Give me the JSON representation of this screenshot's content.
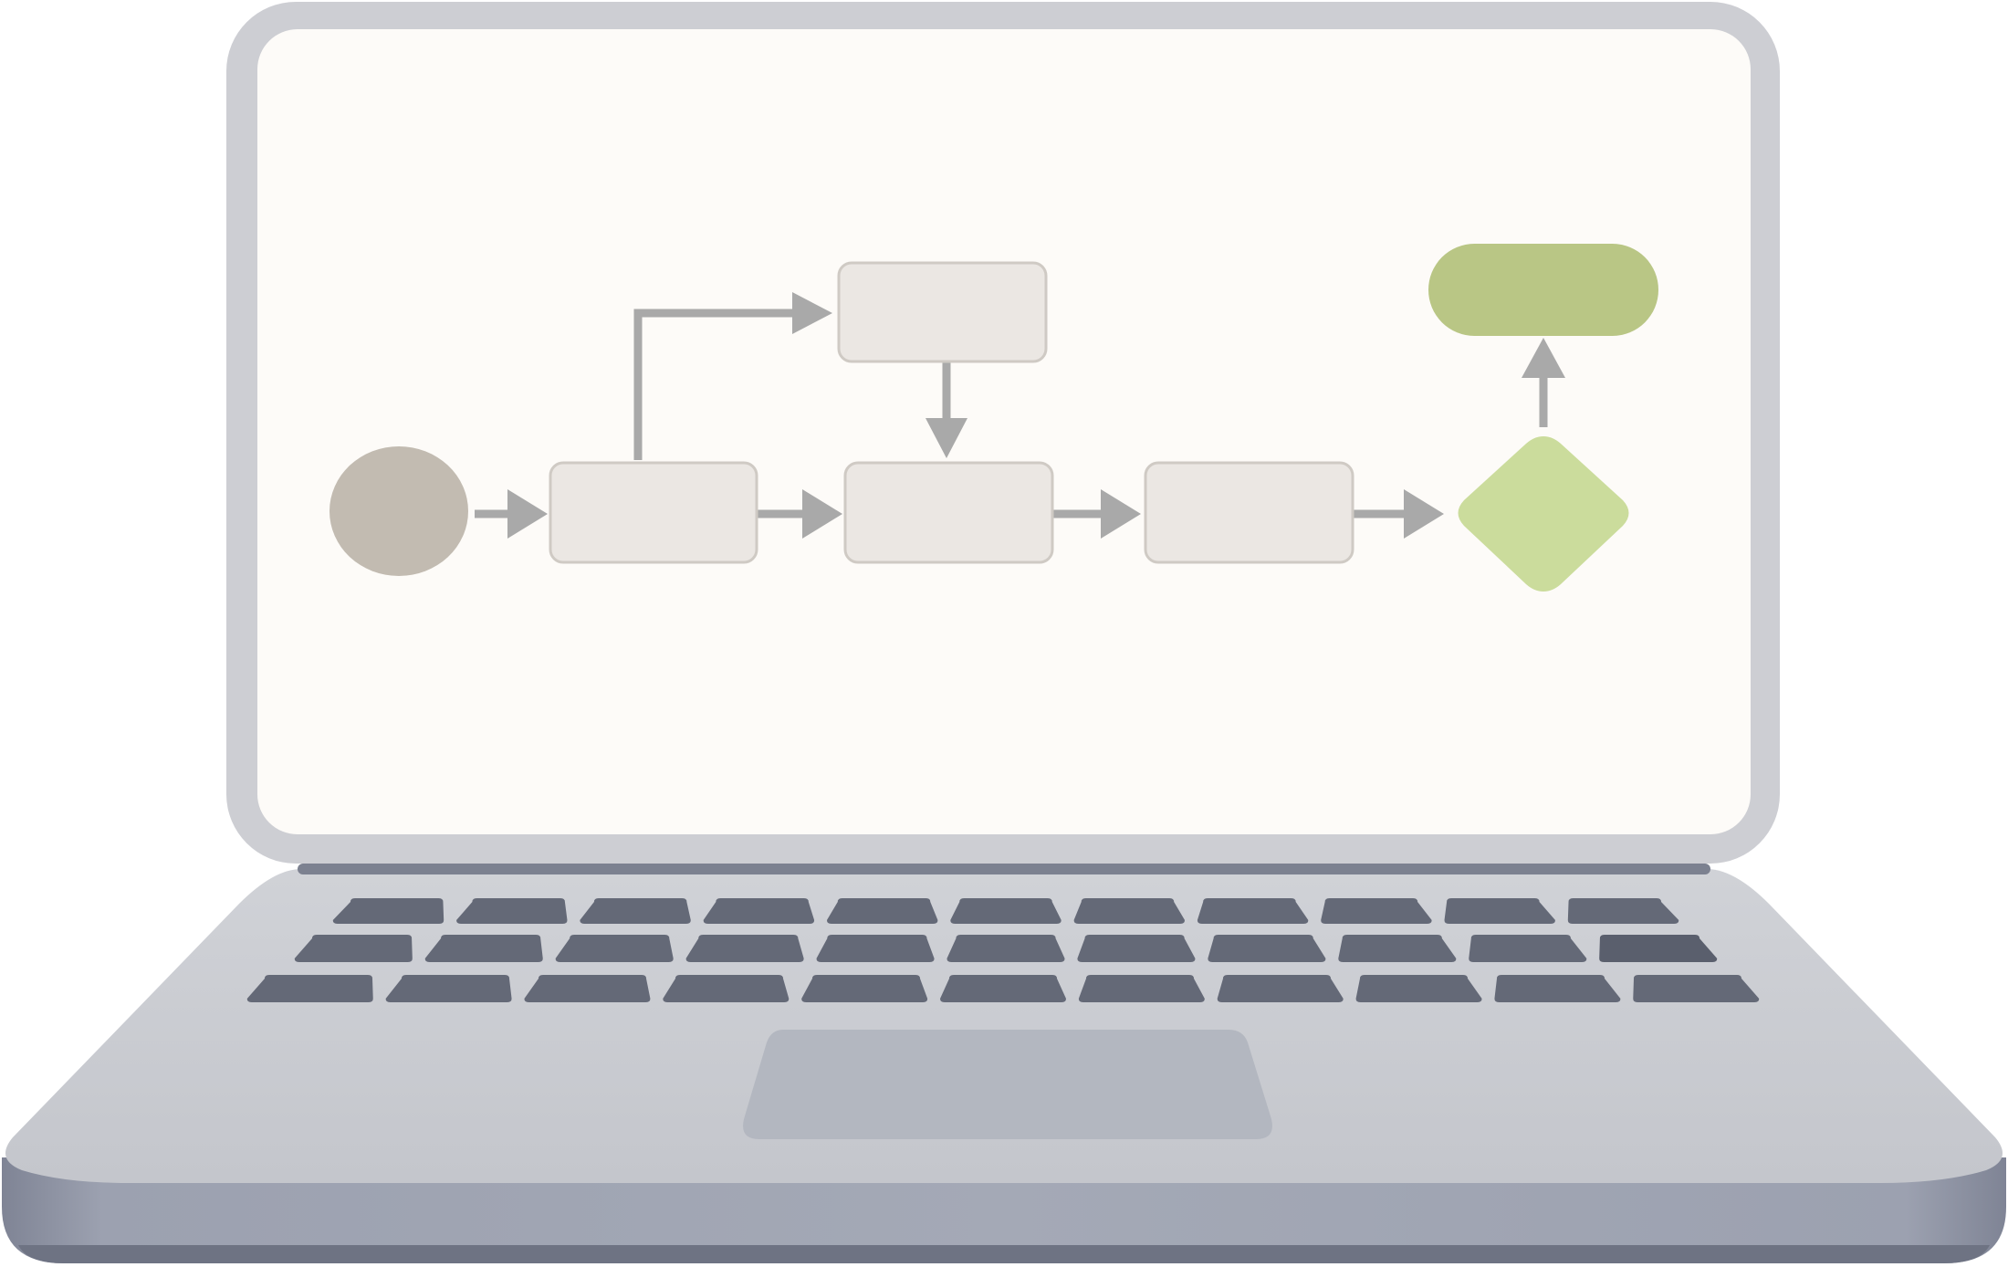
{
  "colors": {
    "background": "#ffffff",
    "bezel": "#cdced3",
    "screen": "#fdfbf8",
    "hinge": "#7c8190",
    "deck": "#c9cbd1",
    "deck_front": "#9a9fae",
    "deck_front_dark": "#7b8090",
    "key": "#646977",
    "key_dark": "#5a5f6d",
    "trackpad": "#b3b7c0",
    "start_node": "#c2bbb1",
    "process_box": "#ebe7e3",
    "process_border": "#cfcac4",
    "arrow": "#a9a9a9",
    "decision": "#cbdc9c",
    "end_node": "#b9c685"
  },
  "icons": {
    "laptop": "laptop-icon",
    "flowchart": "flowchart-icon"
  },
  "diagram": {
    "type": "flowchart",
    "nodes": [
      {
        "id": "start",
        "shape": "ellipse"
      },
      {
        "id": "step-1",
        "shape": "rounded-rect"
      },
      {
        "id": "step-2",
        "shape": "rounded-rect"
      },
      {
        "id": "step-3",
        "shape": "rounded-rect"
      },
      {
        "id": "branch",
        "shape": "rounded-rect"
      },
      {
        "id": "decision",
        "shape": "diamond"
      },
      {
        "id": "end",
        "shape": "pill"
      }
    ],
    "edges": [
      {
        "from": "start",
        "to": "step-1"
      },
      {
        "from": "step-1",
        "to": "step-2"
      },
      {
        "from": "step-1",
        "to": "branch"
      },
      {
        "from": "branch",
        "to": "step-2"
      },
      {
        "from": "step-2",
        "to": "step-3"
      },
      {
        "from": "step-3",
        "to": "decision"
      },
      {
        "from": "decision",
        "to": "end"
      }
    ]
  },
  "keyboard": {
    "rows": 3,
    "keys_per_row": [
      11,
      11,
      11
    ]
  }
}
